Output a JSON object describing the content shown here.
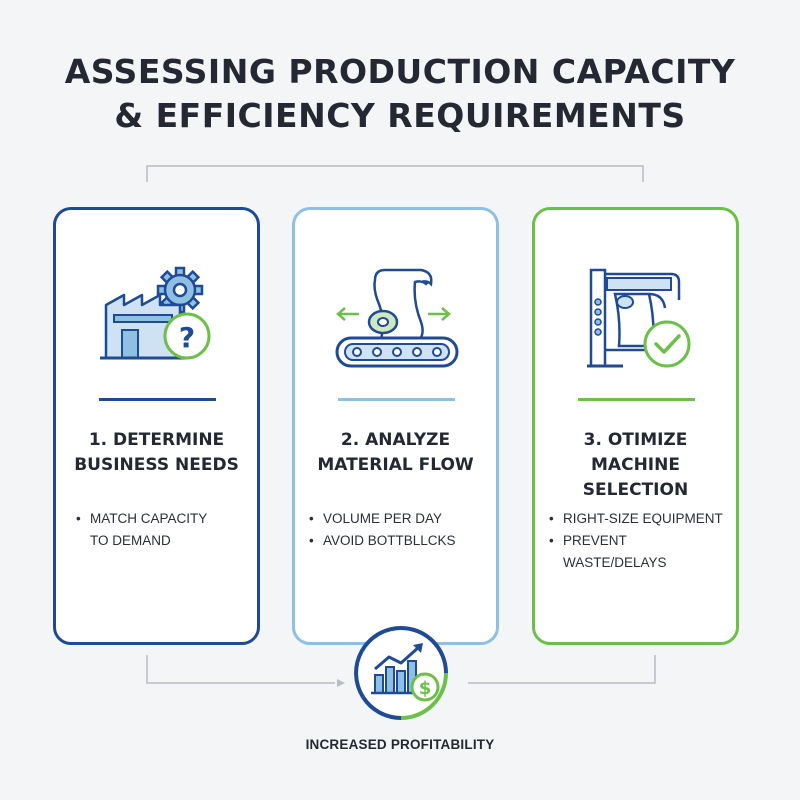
{
  "title": {
    "line1": "ASSESSING PRODUCTION CAPACITY",
    "line2": "& EFFICIENCY REQUIREMENTS"
  },
  "steps": [
    {
      "heading_line1": "1. DETERMINE",
      "heading_line2": "BUSINESS NEEDS",
      "bullets": [
        "MATCH CAPACITY",
        "TO DEMAND"
      ],
      "icon": "factory-gear-question-icon",
      "accent": "#1f4a94"
    },
    {
      "heading_line1": "2. ANALYZE",
      "heading_line2": "MATERIAL FLOW",
      "bullets": [
        "VOLUME PER DAY",
        "AVOID BOTTBLLCKS"
      ],
      "icon": "conveyor-roll-icon",
      "accent": "#8fbfe3"
    },
    {
      "heading_line1": "3. OTIMIZE MACHINE",
      "heading_line2": "SELECTION",
      "bullets": [
        "RIGHT-SIZE EQUIPMENT",
        "PREVENT WASTE/DELAYS"
      ],
      "icon": "machine-check-icon",
      "accent": "#6cc04a"
    }
  ],
  "outcome": {
    "label": "INCREASED PROFITABILITY",
    "icon": "growth-chart-dollar-icon"
  },
  "colors": {
    "navy": "#1f4a94",
    "light_blue": "#8fbfe3",
    "green": "#6cc04a",
    "connector": "#b8bcc4"
  }
}
